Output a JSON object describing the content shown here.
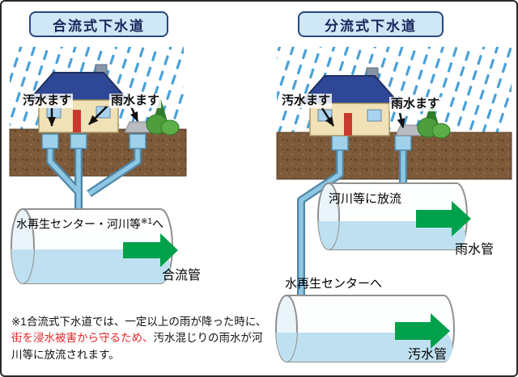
{
  "left": {
    "title": "合流式下水道",
    "sewage_basin_label": "汚水ます",
    "rain_basin_label": "雨水ます",
    "pipe": {
      "dest_main": "水再生センター・河川等",
      "dest_ref": "※1",
      "dest_suffix": "へ",
      "name": "合流管"
    }
  },
  "right": {
    "title": "分流式下水道",
    "sewage_basin_label": "汚水ます",
    "rain_basin_label": "雨水ます",
    "rain_pipe": {
      "dest": "河川等に放流",
      "name": "雨水管"
    },
    "sewage_pipe": {
      "dest": "水再生センターへ",
      "name": "汚水管"
    }
  },
  "note": {
    "part1": "※1合流式下水道では、一定以上の雨が降った時に、",
    "highlight": "街を浸水被害から守るため、",
    "part3": "汚水混じりの雨水が河川等に放流されます。"
  },
  "colors": {
    "rain": "#47a0d8",
    "water": "#bfe0f0",
    "flow_arrow": "#00a14b",
    "highlight_text": "#e0262a",
    "title_bg": "#cfe7f6",
    "title_border": "#27477e",
    "ground": "#7d5a3a",
    "pipe_outline": "#4e87a6",
    "pipe_fill": "#8ec7e4"
  }
}
